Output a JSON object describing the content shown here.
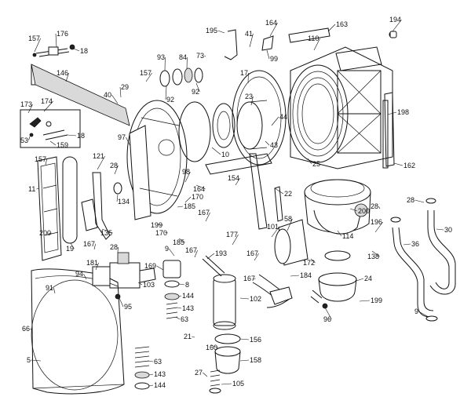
{
  "parts": [
    {
      "id": "p5",
      "label": "5"
    },
    {
      "id": "p9a",
      "label": "9"
    },
    {
      "id": "p9b",
      "label": "9"
    },
    {
      "id": "p10",
      "label": "10"
    },
    {
      "id": "p11",
      "label": "11"
    },
    {
      "id": "p17",
      "label": "17"
    },
    {
      "id": "p18a",
      "label": "18"
    },
    {
      "id": "p18b",
      "label": "18"
    },
    {
      "id": "p19",
      "label": "19"
    },
    {
      "id": "p21",
      "label": "21"
    },
    {
      "id": "p22",
      "label": "22"
    },
    {
      "id": "p23",
      "label": "23"
    },
    {
      "id": "p24",
      "label": "24"
    },
    {
      "id": "p25",
      "label": "25"
    },
    {
      "id": "p27",
      "label": "27"
    },
    {
      "id": "p28a",
      "label": "28"
    },
    {
      "id": "p28b",
      "label": "28"
    },
    {
      "id": "p28c",
      "label": "28"
    },
    {
      "id": "p28d",
      "label": "28"
    },
    {
      "id": "p29",
      "label": "29"
    },
    {
      "id": "p30",
      "label": "30"
    },
    {
      "id": "p36",
      "label": "36"
    },
    {
      "id": "p40",
      "label": "40"
    },
    {
      "id": "p41",
      "label": "41"
    },
    {
      "id": "p43",
      "label": "43"
    },
    {
      "id": "p44",
      "label": "44"
    },
    {
      "id": "p53",
      "label": "53"
    },
    {
      "id": "p58",
      "label": "58"
    },
    {
      "id": "p63a",
      "label": "63"
    },
    {
      "id": "p63b",
      "label": "63"
    },
    {
      "id": "p66",
      "label": "66"
    },
    {
      "id": "p73",
      "label": "73"
    },
    {
      "id": "p84",
      "label": "84"
    },
    {
      "id": "p91",
      "label": "91"
    },
    {
      "id": "p92a",
      "label": "92"
    },
    {
      "id": "p92b",
      "label": "92"
    },
    {
      "id": "p93",
      "label": "93"
    },
    {
      "id": "p94",
      "label": "94"
    },
    {
      "id": "p95",
      "label": "95"
    },
    {
      "id": "p96",
      "label": "96"
    },
    {
      "id": "p97",
      "label": "97"
    },
    {
      "id": "p98",
      "label": "98"
    },
    {
      "id": "p99",
      "label": "99"
    },
    {
      "id": "p101",
      "label": "101"
    },
    {
      "id": "p102",
      "label": "102"
    },
    {
      "id": "p103",
      "label": "103"
    },
    {
      "id": "p105",
      "label": "105"
    },
    {
      "id": "p110",
      "label": "110"
    },
    {
      "id": "p114",
      "label": "114"
    },
    {
      "id": "p121",
      "label": "121"
    },
    {
      "id": "p134",
      "label": "134"
    },
    {
      "id": "p135",
      "label": "135"
    },
    {
      "id": "p138",
      "label": "138"
    },
    {
      "id": "p143a",
      "label": "143"
    },
    {
      "id": "p143b",
      "label": "143"
    },
    {
      "id": "p144a",
      "label": "144"
    },
    {
      "id": "p144b",
      "label": "144"
    },
    {
      "id": "p146",
      "label": "146"
    },
    {
      "id": "p154",
      "label": "154"
    },
    {
      "id": "p156",
      "label": "156"
    },
    {
      "id": "p157a",
      "label": "157"
    },
    {
      "id": "p157b",
      "label": "157"
    },
    {
      "id": "p157c",
      "label": "157"
    },
    {
      "id": "p158",
      "label": "158"
    },
    {
      "id": "p159",
      "label": "159"
    },
    {
      "id": "p160",
      "label": "160"
    },
    {
      "id": "p162",
      "label": "162"
    },
    {
      "id": "p163",
      "label": "163"
    },
    {
      "id": "p164a",
      "label": "164"
    },
    {
      "id": "p164b",
      "label": "164"
    },
    {
      "id": "p167a",
      "label": "167"
    },
    {
      "id": "p167b",
      "label": "167"
    },
    {
      "id": "p167c",
      "label": "167"
    },
    {
      "id": "p167d",
      "label": "167"
    },
    {
      "id": "p167e",
      "label": "167"
    },
    {
      "id": "p169",
      "label": "169"
    },
    {
      "id": "p170a",
      "label": "170"
    },
    {
      "id": "p170b",
      "label": "170"
    },
    {
      "id": "p172",
      "label": "172"
    },
    {
      "id": "p173",
      "label": "173"
    },
    {
      "id": "p174",
      "label": "174"
    },
    {
      "id": "p176",
      "label": "176"
    },
    {
      "id": "p177",
      "label": "177"
    },
    {
      "id": "p181",
      "label": "181"
    },
    {
      "id": "p184",
      "label": "184"
    },
    {
      "id": "p185a",
      "label": "185"
    },
    {
      "id": "p185b",
      "label": "185"
    },
    {
      "id": "p193",
      "label": "193"
    },
    {
      "id": "p194",
      "label": "194"
    },
    {
      "id": "p195",
      "label": "195"
    },
    {
      "id": "p196",
      "label": "196"
    },
    {
      "id": "p198",
      "label": "198"
    },
    {
      "id": "p199a",
      "label": "199"
    },
    {
      "id": "p199b",
      "label": "199"
    },
    {
      "id": "p200a",
      "label": "200"
    },
    {
      "id": "p200b",
      "label": "200"
    },
    {
      "id": "p8",
      "label": "8"
    }
  ]
}
